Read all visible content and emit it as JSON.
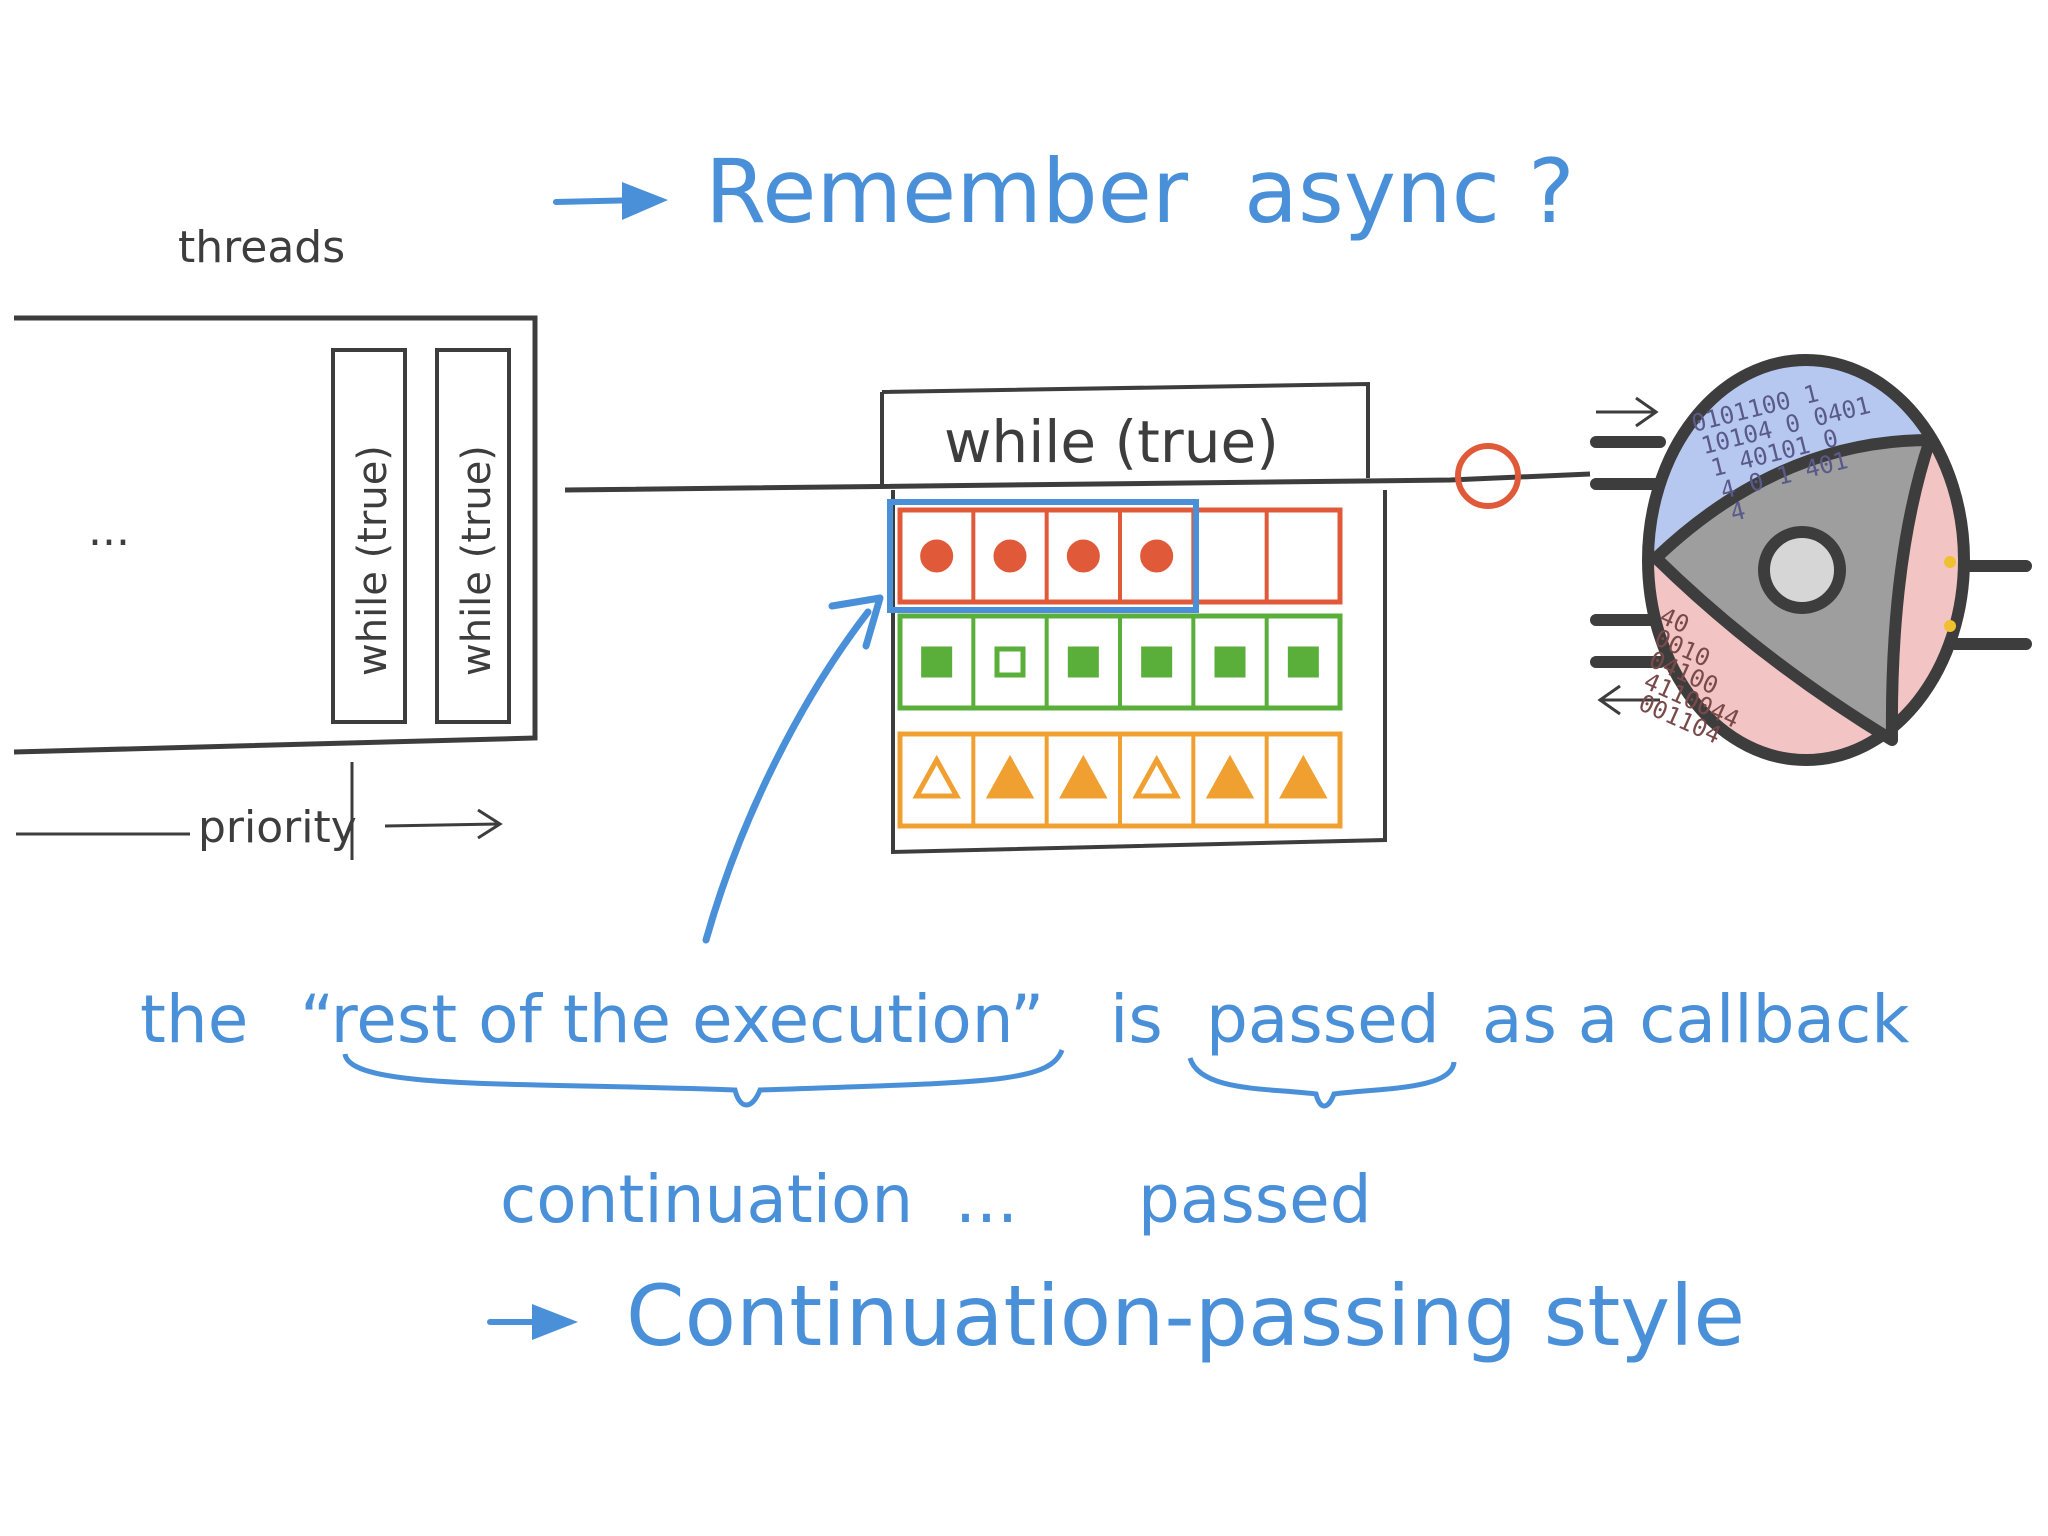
{
  "title": {
    "arrow_icon": "arrow-right-icon",
    "text": "Remember  async ?"
  },
  "threads_panel": {
    "label": "threads",
    "ellipsis": "...",
    "lanes": [
      "while (true)",
      "while (true)"
    ],
    "axis_label": "priority"
  },
  "event_loop": {
    "label": "while (true)",
    "queues": [
      {
        "name": "red-queue",
        "shape": "circle",
        "color": "#e05a3a",
        "items": [
          "filled",
          "filled",
          "filled",
          "filled",
          "empty",
          "empty"
        ]
      },
      {
        "name": "green-queue",
        "shape": "square",
        "color": "#5aae3a",
        "items": [
          "filled",
          "outline",
          "filled",
          "filled",
          "filled",
          "filled"
        ]
      },
      {
        "name": "orange-queue",
        "shape": "triangle",
        "color": "#f0a030",
        "items": [
          "outline",
          "filled",
          "filled",
          "outline",
          "filled",
          "filled"
        ]
      }
    ],
    "highlight_color": "#4a90d9"
  },
  "engine": {
    "icon": "rotary-engine-icon",
    "bits_top": [
      "0101100 1",
      "10104 0 0401",
      "1  40101 0",
      "4 0 1 401",
      "4"
    ],
    "bits_bottom": [
      "40",
      "0010",
      "04100",
      "4110044",
      "001104"
    ],
    "colors": {
      "top": "#b7c8f0",
      "bottom": "#f2c4c4",
      "core": "#9e9e9e",
      "outline": "#3d3d3d",
      "marker": "#e05a3a"
    }
  },
  "annotations": {
    "line1_parts": [
      "the",
      "“rest of the execution”",
      "is",
      "passed",
      "as a callback"
    ],
    "line2_left": "continuation",
    "line2_mid": "...",
    "line2_right": "passed",
    "line3": "Continuation-passing style"
  }
}
